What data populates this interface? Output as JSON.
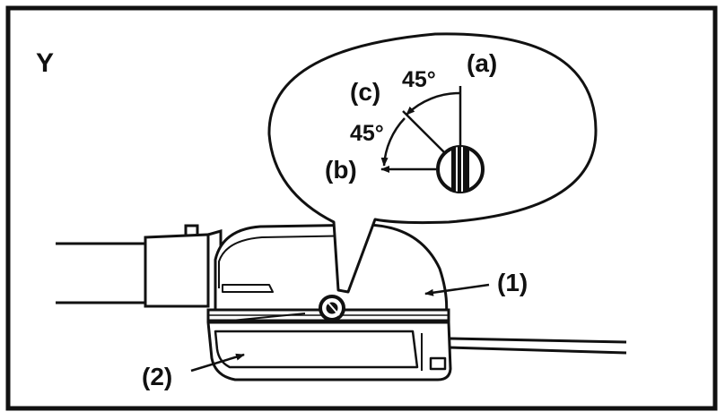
{
  "figure": {
    "corner_mark": "Y",
    "labels": {
      "a": "(a)",
      "b": "(b)",
      "c": "(c)",
      "part1": "(1)",
      "part2": "(2)"
    },
    "angles": {
      "upper": "45°",
      "lower": "45°"
    },
    "colors": {
      "ink": "#111111",
      "paper": "#ffffff"
    }
  }
}
